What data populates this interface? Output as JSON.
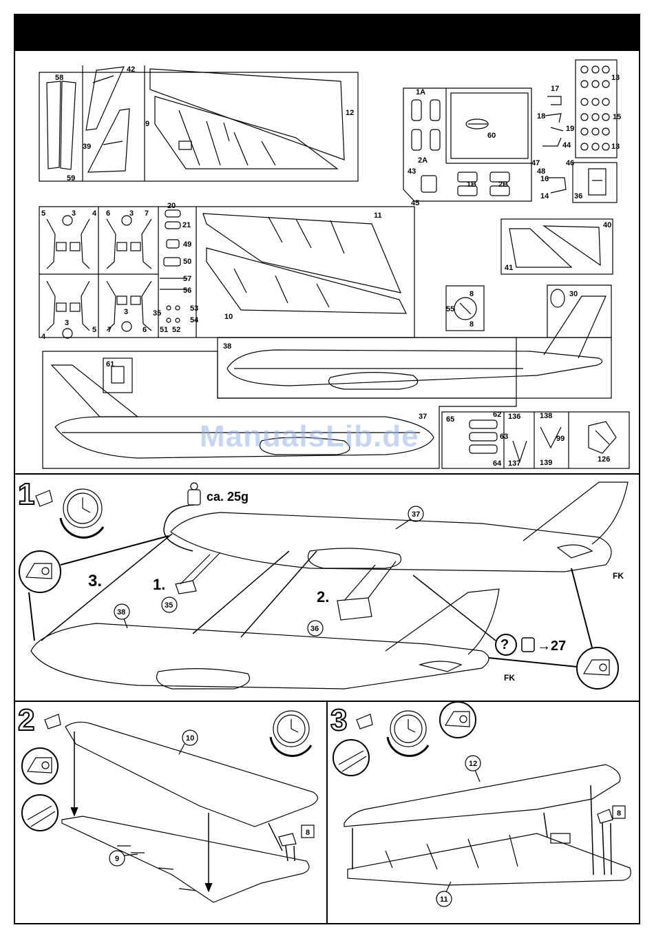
{
  "watermark": "ManualsLib.de",
  "sprue_numbers": [
    "58",
    "42",
    "39",
    "59",
    "9",
    "12",
    "1A",
    "2A",
    "60",
    "17",
    "18",
    "19",
    "13",
    "15",
    "13",
    "44",
    "47",
    "46",
    "43",
    "45",
    "1B",
    "2B",
    "16",
    "48",
    "14",
    "36",
    "5",
    "3",
    "4",
    "6",
    "3",
    "7",
    "20",
    "21",
    "49",
    "50",
    "57",
    "56",
    "53",
    "54",
    "51",
    "52",
    "35",
    "3",
    "4",
    "5",
    "7",
    "6",
    "3",
    "11",
    "10",
    "40",
    "41",
    "55",
    "8",
    "8",
    "30",
    "38",
    "61",
    "37",
    "65",
    "62",
    "136",
    "63",
    "64",
    "137",
    "138",
    "99",
    "139",
    "126"
  ],
  "step1": {
    "number": "1",
    "weight_label": "ca. 25g",
    "sub_steps": [
      "1.",
      "2.",
      "3."
    ],
    "parts": [
      "37",
      "38",
      "35",
      "36"
    ],
    "reference": "→27",
    "question_mark": "?",
    "glue_labels": [
      "FK",
      "FK"
    ]
  },
  "step2": {
    "number": "2",
    "parts": [
      "10",
      "9",
      "8"
    ]
  },
  "step3": {
    "number": "3",
    "parts": [
      "12",
      "11",
      "8"
    ]
  },
  "colors": {
    "line": "#000000",
    "watermark": "#96b4eb"
  }
}
